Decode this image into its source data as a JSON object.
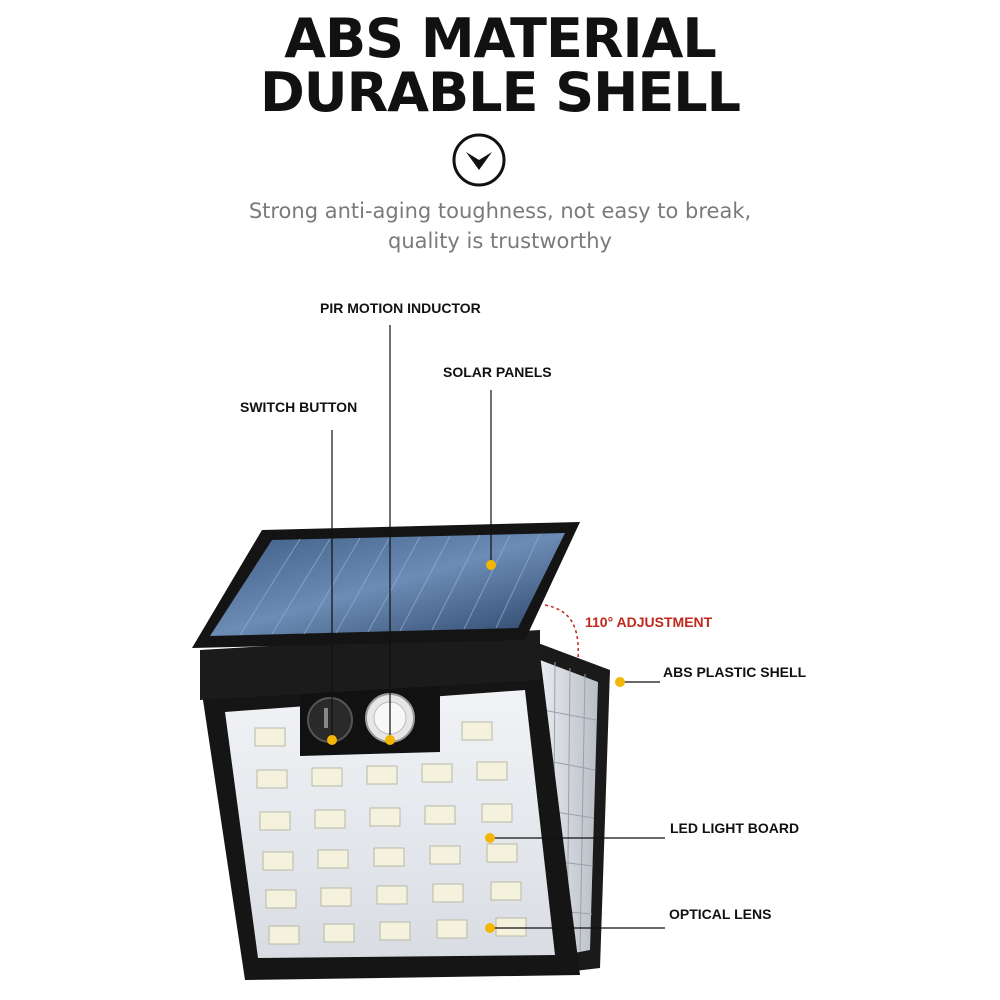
{
  "headline": {
    "line1": "ABS MATERIAL",
    "line2": "DURABLE SHELL"
  },
  "divider_icon": "chevron-down-circle-icon",
  "subtitle": {
    "line1": "Strong anti-aging toughness, not easy to break,",
    "line2": "quality is trustworthy"
  },
  "callouts": {
    "pir": "PIR MOTION INDUCTOR",
    "solar": "SOLAR PANELS",
    "switch": "SWITCH BUTTON",
    "adjust": "110° ADJUSTMENT",
    "shell": "ABS PLASTIC SHELL",
    "led": "LED LIGHT BOARD",
    "lens": "OPTICAL LENS"
  },
  "colors": {
    "marker": "#f2b705",
    "adjust_text": "#c0281c",
    "headline": "#111111",
    "subtitle": "#7a7a7a"
  }
}
